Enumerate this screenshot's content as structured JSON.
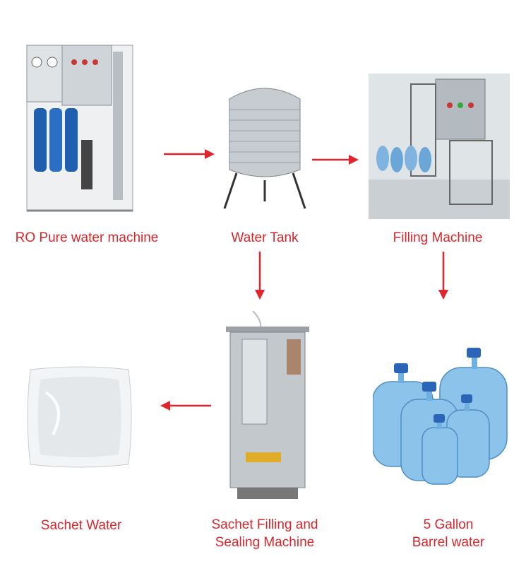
{
  "nodes": {
    "ro_machine": {
      "label": "RO  Pure  water  machine",
      "icon": "ro-machine-photo"
    },
    "water_tank": {
      "label": "Water Tank",
      "icon": "water-tank-photo"
    },
    "filling_machine": {
      "label": "Filling  Machine",
      "icon": "filling-machine-photo"
    },
    "sachet_machine": {
      "label_line1": "Sachet Filling and",
      "label_line2": "Sealing Machine",
      "icon": "sachet-machine-photo"
    },
    "barrel_water": {
      "label_line1": "5 Gallon",
      "label_line2": "Barrel water",
      "icon": "gallon-bottles-photo"
    },
    "sachet_water": {
      "label": "Sachet Water",
      "icon": "sachet-bag-photo"
    }
  },
  "colors": {
    "label": "#d8262c",
    "arrow": "#e0262c"
  }
}
